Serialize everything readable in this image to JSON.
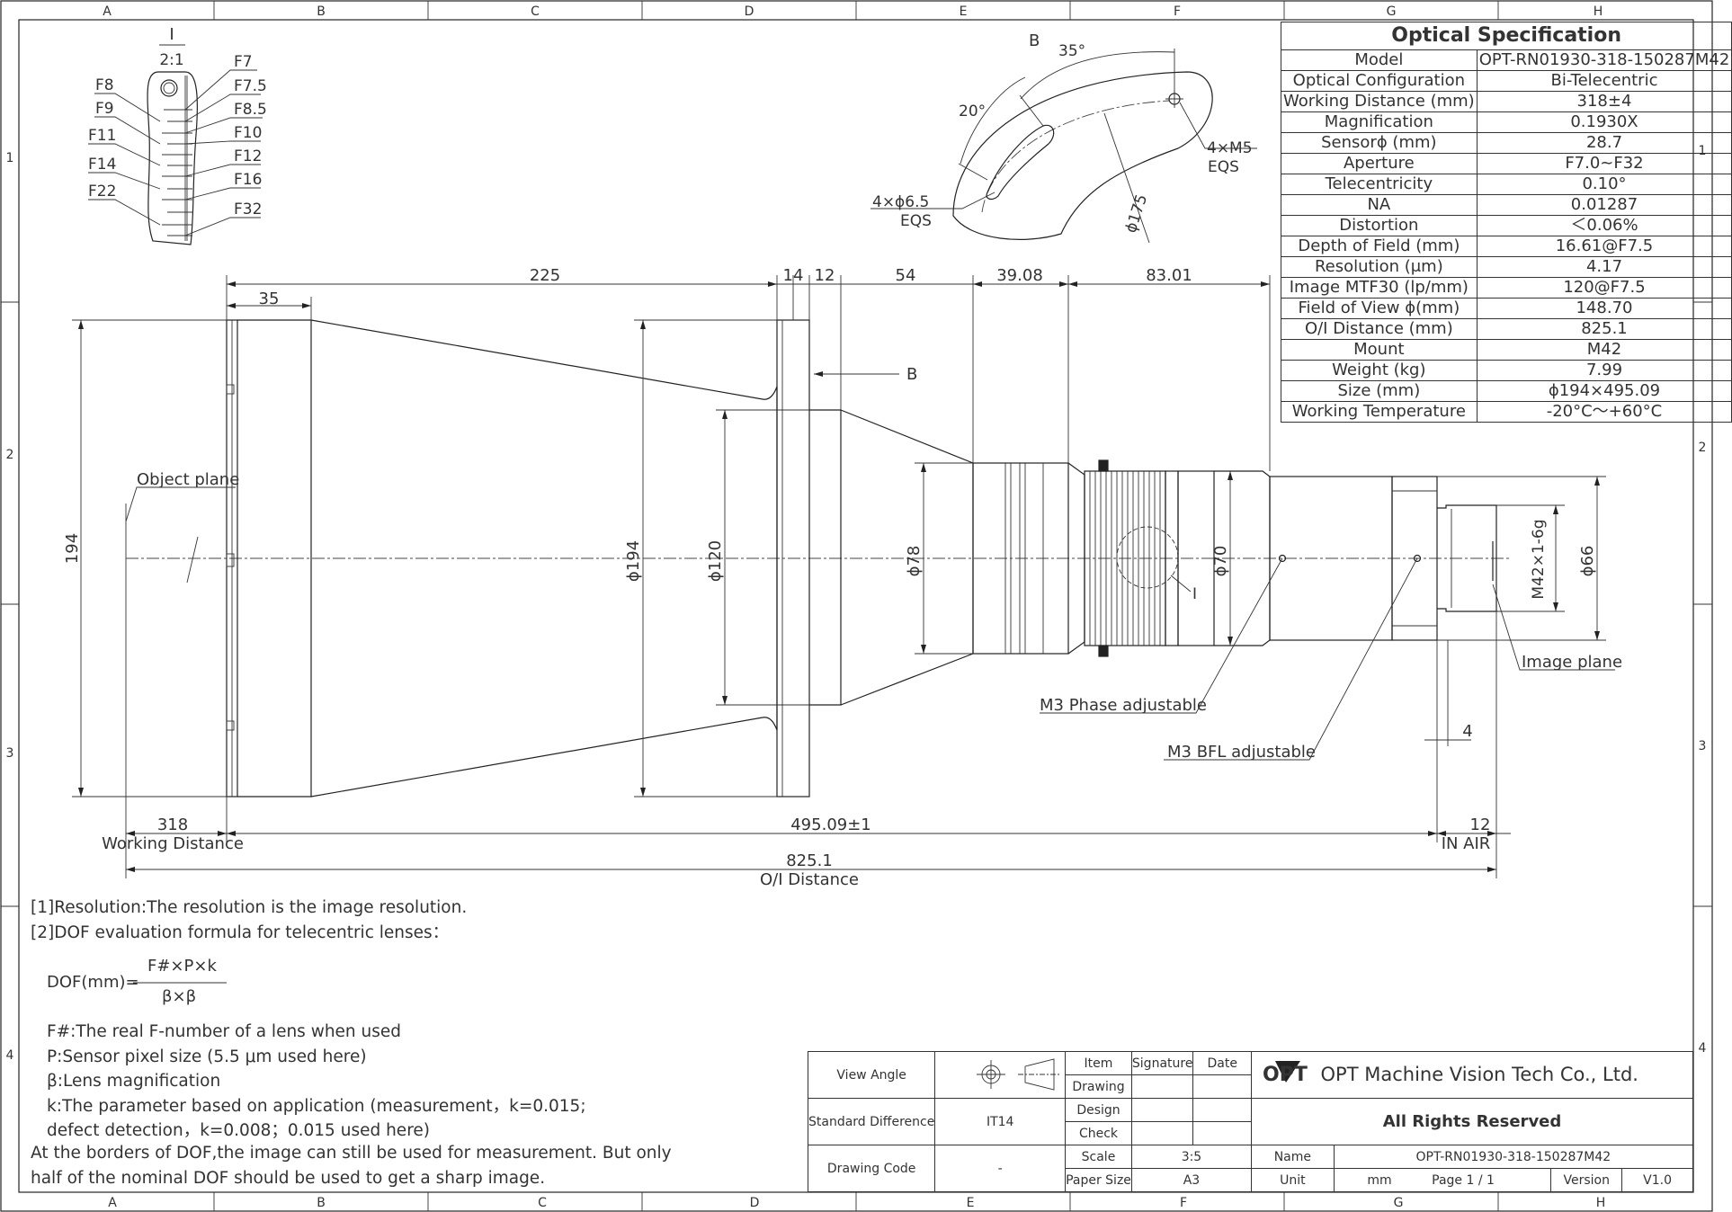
{
  "border": {
    "cols": [
      "A",
      "B",
      "C",
      "D",
      "E",
      "F",
      "G",
      "H"
    ],
    "rows": [
      "1",
      "2",
      "3",
      "4"
    ]
  },
  "spec": {
    "title": "Optical Specification",
    "rows": [
      {
        "k": "Model",
        "v": "OPT-RN01930-318-150287M42"
      },
      {
        "k": "Optical Configuration",
        "v": "Bi-Telecentric"
      },
      {
        "k": "Working Distance (mm)",
        "v": "318±4"
      },
      {
        "k": "Magnification",
        "v": "0.1930X"
      },
      {
        "k": "Sensorϕ (mm)",
        "v": "28.7"
      },
      {
        "k": "Aperture",
        "v": "F7.0~F32"
      },
      {
        "k": "Telecentricity",
        "v": "0.10°"
      },
      {
        "k": "NA",
        "v": "0.01287"
      },
      {
        "k": "Distortion",
        "v": "＜0.06%"
      },
      {
        "k": "Depth of Field (mm)",
        "v": "16.61@F7.5"
      },
      {
        "k": "Resolution (μm)",
        "v": "4.17"
      },
      {
        "k": "Image MTF30 (lp/mm)",
        "v": "120@F7.5"
      },
      {
        "k": "Field of View ϕ(mm)",
        "v": "148.70"
      },
      {
        "k": "O/I Distance (mm)",
        "v": "825.1"
      },
      {
        "k": "Mount",
        "v": "M42"
      },
      {
        "k": "Weight (kg)",
        "v": "7.99"
      },
      {
        "k": "Size (mm)",
        "v": "ϕ194×495.09"
      },
      {
        "k": "Working Temperature",
        "v": "-20°C～+60°C"
      }
    ]
  },
  "detail_i": {
    "label": "I",
    "scale": "2:1",
    "left_stops": [
      "F8",
      "F9",
      "F11",
      "F14",
      "F22"
    ],
    "right_stops": [
      "F7",
      "F7.5",
      "F8.5",
      "F10",
      "F12",
      "F16",
      "F32"
    ]
  },
  "detail_b": {
    "label": "B",
    "angle1": "35°",
    "angle2": "20°",
    "hole": "4×M5",
    "hole_sub": "EQS",
    "slot": "4×ϕ6.5",
    "slot_sub": "EQS",
    "pcd": "ϕ175"
  },
  "dims": {
    "d35": "35",
    "d225": "225",
    "d14": "14",
    "d12a": "12",
    "d54": "54",
    "d3908": "39.08",
    "d8301": "83.01",
    "h194": "194",
    "phi194": "ϕ194",
    "phi120": "ϕ120",
    "phi78": "ϕ78",
    "phi70": "ϕ70",
    "phi66": "ϕ66",
    "thread": "M42×1-6g",
    "b_ref": "B",
    "i_ref": "I",
    "d4": "4",
    "wd": "318",
    "wd_label": "Working Distance",
    "len": "495.09±1",
    "d12b": "12",
    "in_air": "IN AIR",
    "oi": "825.1",
    "oi_label": "O/I Distance"
  },
  "callouts": {
    "object_plane": "Object plane",
    "image_plane": "Image plane",
    "phase": "M3 Phase adjustable",
    "bfl": "M3 BFL adjustable"
  },
  "notes": {
    "n1": "[1]Resolution:The resolution is  the image resolution.",
    "n2": "[2]DOF evaluation formula for telecentric lenses：",
    "dof_lhs": "DOF(mm)=",
    "dof_num": "F#×P×k",
    "dof_den": "β×β",
    "f": "F#:The real F-number of a lens when used",
    "p": "P:Sensor pixel size (5.5 μm used here)",
    "b": "β:Lens magnification",
    "k1": "k:The parameter based on application (measurement，k=0.015;",
    "k2": "defect detection，k=0.008；0.015 used here)",
    "e1": "At the borders of DOF,the image can still be used for measurement. But only",
    "e2": "half of the nominal DOF should be used to get a sharp image."
  },
  "titleblock": {
    "view_angle": "View Angle",
    "std_diff": "Standard Difference",
    "std_val": "IT14",
    "drawing_code": "Drawing Code",
    "code_val": "-",
    "item": "Item",
    "signature": "Signature",
    "date": "Date",
    "drawing": "Drawing",
    "design": "Design",
    "check": "Check",
    "scale": "Scale",
    "scale_val": "3:5",
    "paper": "Paper Size",
    "paper_val": "A3",
    "logo": "OPT",
    "logo_sub": "Machine Vision",
    "company": "OPT Machine Vision Tech Co., Ltd.",
    "rights": "All Rights Reserved",
    "name": "Name",
    "name_val": "OPT-RN01930-318-150287M42",
    "unit": "Unit",
    "unit_val": "mm",
    "page": "Page  1 / 1",
    "version": "Version",
    "version_val": "V1.0"
  }
}
